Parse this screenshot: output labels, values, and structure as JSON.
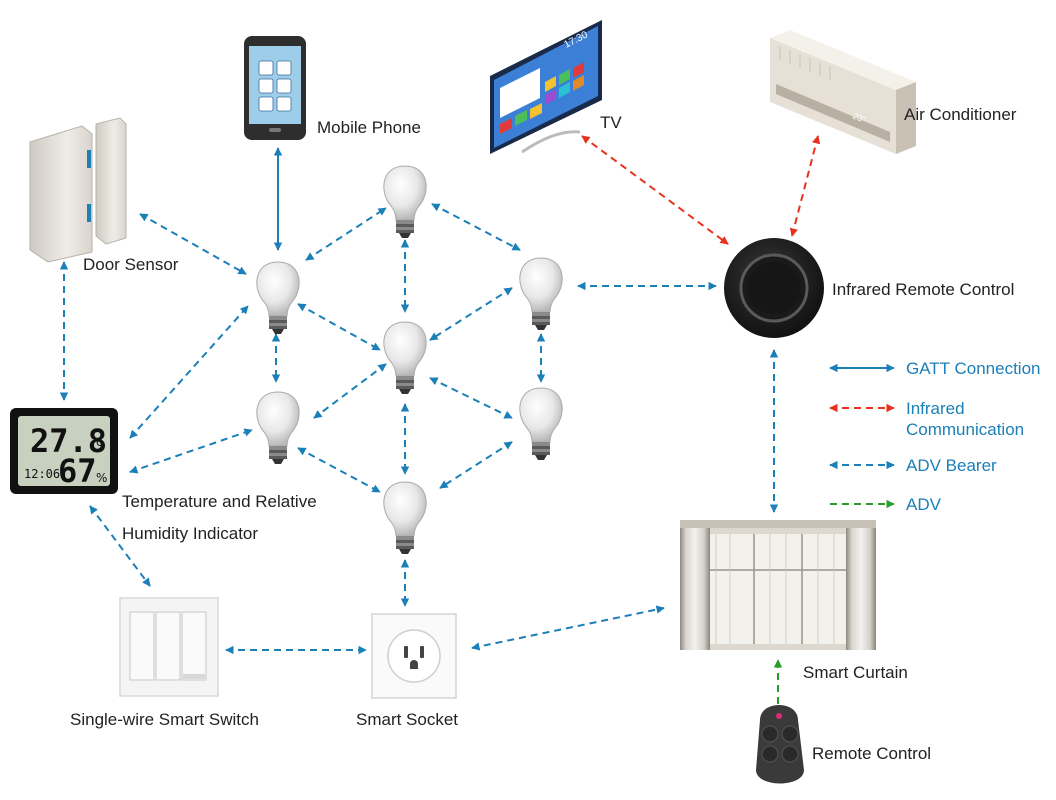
{
  "devices": {
    "mobile_phone": "Mobile Phone",
    "tv": "TV",
    "air_conditioner": "Air Conditioner",
    "door_sensor": "Door Sensor",
    "infrared_remote": "Infrared Remote Control",
    "temp_humidity_line1": "Temperature and Relative",
    "temp_humidity_line2": "Humidity Indicator",
    "smart_switch": "Single-wire Smart Switch",
    "smart_socket": "Smart Socket",
    "smart_curtain": "Smart Curtain",
    "remote_control": "Remote Control"
  },
  "thermometer": {
    "temperature": "27.8",
    "unit": "c",
    "time": "12:06",
    "humidity": "67",
    "humidity_unit": "%"
  },
  "tv_screen": {
    "clock": "17:30"
  },
  "ac_display": {
    "temp": "23°"
  },
  "legend": {
    "gatt": "GATT Connection",
    "infrared_line1": "Infrared",
    "infrared_line2": "Communication",
    "adv_bearer": "ADV Bearer",
    "adv": "ADV"
  },
  "colors": {
    "gatt": "#1b7fb8",
    "infrared": "#e8321e",
    "adv_bearer": "#1b7fb8",
    "adv": "#2a9d2a",
    "label_blue": "#1b7fb8"
  }
}
